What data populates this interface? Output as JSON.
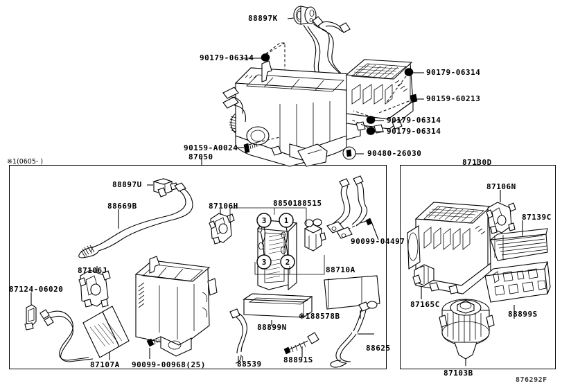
{
  "diagram": {
    "id": "876292F",
    "title_note": "※1(0605-    )",
    "groups": {
      "main_assembly": "87050",
      "left_panel_heading": "",
      "right_panel": "87130D"
    }
  },
  "top_section": {
    "labels": [
      {
        "key": "p88897K",
        "text": "88897K"
      },
      {
        "key": "p90179_a",
        "text": "90179-06314"
      },
      {
        "key": "p90179_b",
        "text": "90179-06314"
      },
      {
        "key": "p90159_60213",
        "text": "90159-60213"
      },
      {
        "key": "p90179_c",
        "text": "90179-06314"
      },
      {
        "key": "p90179_d",
        "text": "90179-06314"
      },
      {
        "key": "p90159_A0024",
        "text": "90159-A0024"
      },
      {
        "key": "p90480_26030",
        "text": "90480-26030"
      },
      {
        "key": "p87050",
        "text": "87050"
      }
    ]
  },
  "left_panel": {
    "note": "※1(0605-    )",
    "labels": [
      {
        "key": "p88897U",
        "text": "88897U"
      },
      {
        "key": "p88669B",
        "text": "88669B"
      },
      {
        "key": "p87106H",
        "text": "87106H"
      },
      {
        "key": "p88501",
        "text": "88501"
      },
      {
        "key": "p88515",
        "text": "88515"
      },
      {
        "key": "p90099_04497",
        "text": "90099-04497"
      },
      {
        "key": "p88710A",
        "text": "88710A"
      },
      {
        "key": "p87106J",
        "text": "87106J"
      },
      {
        "key": "p87124_06020",
        "text": "87124-06020"
      },
      {
        "key": "p87107A",
        "text": "87107A"
      },
      {
        "key": "p90099_00968",
        "text": "90099-00968(25)"
      },
      {
        "key": "p88899N",
        "text": "88899N"
      },
      {
        "key": "p88578B",
        "text": "※188578B"
      },
      {
        "key": "p88539",
        "text": "88539"
      },
      {
        "key": "p88891S",
        "text": "88891S"
      },
      {
        "key": "p88625",
        "text": "88625"
      }
    ],
    "callouts": [
      {
        "key": "c1",
        "text": "3"
      },
      {
        "key": "c2",
        "text": "1"
      },
      {
        "key": "c3",
        "text": "3"
      },
      {
        "key": "c4",
        "text": "2"
      }
    ]
  },
  "right_panel": {
    "heading": "87130D",
    "labels": [
      {
        "key": "p87106N",
        "text": "87106N"
      },
      {
        "key": "p87139C",
        "text": "87139C"
      },
      {
        "key": "p87165C",
        "text": "87165C"
      },
      {
        "key": "p87103B",
        "text": "87103B"
      },
      {
        "key": "p88899S",
        "text": "88899S"
      }
    ]
  },
  "footer": {
    "doc_id": "876292F"
  }
}
